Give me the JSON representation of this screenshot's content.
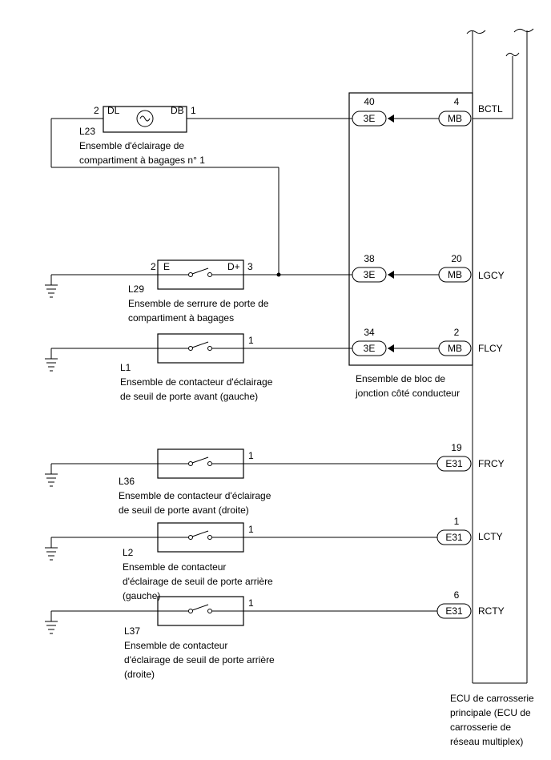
{
  "ecu": {
    "label_lines": [
      "ECU de carrosserie",
      "principale (ECU de",
      "carrosserie de",
      "réseau multiplex)"
    ]
  },
  "junction_block": {
    "label_lines": [
      "Ensemble de bloc de",
      "jonction côté conducteur"
    ]
  },
  "components": {
    "l23": {
      "code": "L23",
      "name_lines": [
        "Ensemble d'éclairage de",
        "compartiment à bagages n° 1"
      ],
      "pin_left_num": "2",
      "pin_left_name": "DL",
      "pin_right_name": "DB",
      "pin_right_num": "1"
    },
    "l29": {
      "code": "L29",
      "name_lines": [
        "Ensemble de serrure de porte de",
        "compartiment à bagages"
      ],
      "pin_left_num": "2",
      "pin_left_name": "E",
      "pin_right_name": "D+",
      "pin_right_num": "3"
    },
    "l1": {
      "code": "L1",
      "name_lines": [
        "Ensemble de contacteur d'éclairage",
        "de seuil de porte avant (gauche)"
      ],
      "pin_num": "1"
    },
    "l36": {
      "code": "L36",
      "name_lines": [
        "Ensemble de contacteur d'éclairage",
        "de seuil de porte avant (droite)"
      ],
      "pin_num": "1"
    },
    "l2": {
      "code": "L2",
      "name_lines": [
        "Ensemble de contacteur",
        "d'éclairage de seuil de porte arrière",
        "(gauche)"
      ],
      "pin_num": "1"
    },
    "l37": {
      "code": "L37",
      "name_lines": [
        "Ensemble de contacteur",
        "d'éclairage de seuil de porte arrière",
        "(droite)"
      ],
      "pin_num": "1"
    }
  },
  "signals": {
    "bctl": {
      "name": "BCTL",
      "jb_pin": "40",
      "jb_conn": "3E",
      "ecu_pin": "4",
      "ecu_conn": "MB"
    },
    "lgcy": {
      "name": "LGCY",
      "jb_pin": "38",
      "jb_conn": "3E",
      "ecu_pin": "20",
      "ecu_conn": "MB"
    },
    "flcy": {
      "name": "FLCY",
      "jb_pin": "34",
      "jb_conn": "3E",
      "ecu_pin": "2",
      "ecu_conn": "MB"
    },
    "frcy": {
      "name": "FRCY",
      "ecu_pin": "19",
      "ecu_conn": "E31"
    },
    "lcty": {
      "name": "LCTY",
      "ecu_pin": "1",
      "ecu_conn": "E31"
    },
    "rcty": {
      "name": "RCTY",
      "ecu_pin": "6",
      "ecu_conn": "E31"
    }
  }
}
